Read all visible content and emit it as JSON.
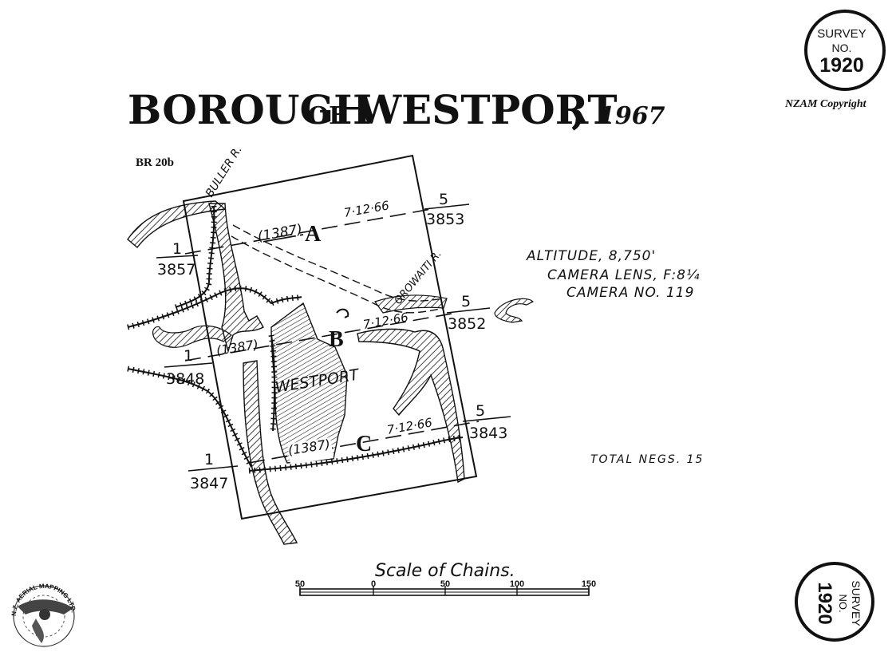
{
  "title": {
    "main": "BOROUGH",
    "of": "OF",
    "place": "WESTPORT",
    "comma": ",",
    "year": "1967"
  },
  "ref_code": "BR 20b",
  "copyright": "NZAM Copyright",
  "survey_stamp": {
    "line1": "SURVEY",
    "line2": "NO.",
    "number": "1920"
  },
  "survey_stamp_bottom": {
    "line1": "SURVEY",
    "line2": "NO.",
    "number": "1920"
  },
  "flight_info": {
    "altitude": "ALTITUDE, 8,750'",
    "lens": "CAMERA  LENS, F:8¼",
    "camera": "CAMERA  NO. 119",
    "total": "TOTAL  NEGS. 15"
  },
  "rivers": {
    "buller": "BULLER R.",
    "orowaiti": "OROWAITI R."
  },
  "town_label": "WESTPORT",
  "runs": [
    {
      "letter": "A",
      "run_no": "(1387)",
      "date": "7·12·66",
      "start_num": "1",
      "start_neg": "3857",
      "end_num": "5",
      "end_neg": "3853"
    },
    {
      "letter": "B",
      "run_no": "(1387)",
      "date": "7·12·66",
      "start_num": "1",
      "start_neg": "3848",
      "end_num": "5",
      "end_neg": "3852"
    },
    {
      "letter": "C",
      "run_no": "(1387)",
      "date": "7·12·66",
      "start_num": "1",
      "start_neg": "3847",
      "end_num": "5",
      "end_neg": "3843"
    }
  ],
  "scale": {
    "label": "Scale of Chains.",
    "ticks": [
      "50",
      "0",
      "50",
      "100",
      "150"
    ]
  },
  "logo": {
    "text": "N.Z. AERIAL MAPPING LTD."
  }
}
